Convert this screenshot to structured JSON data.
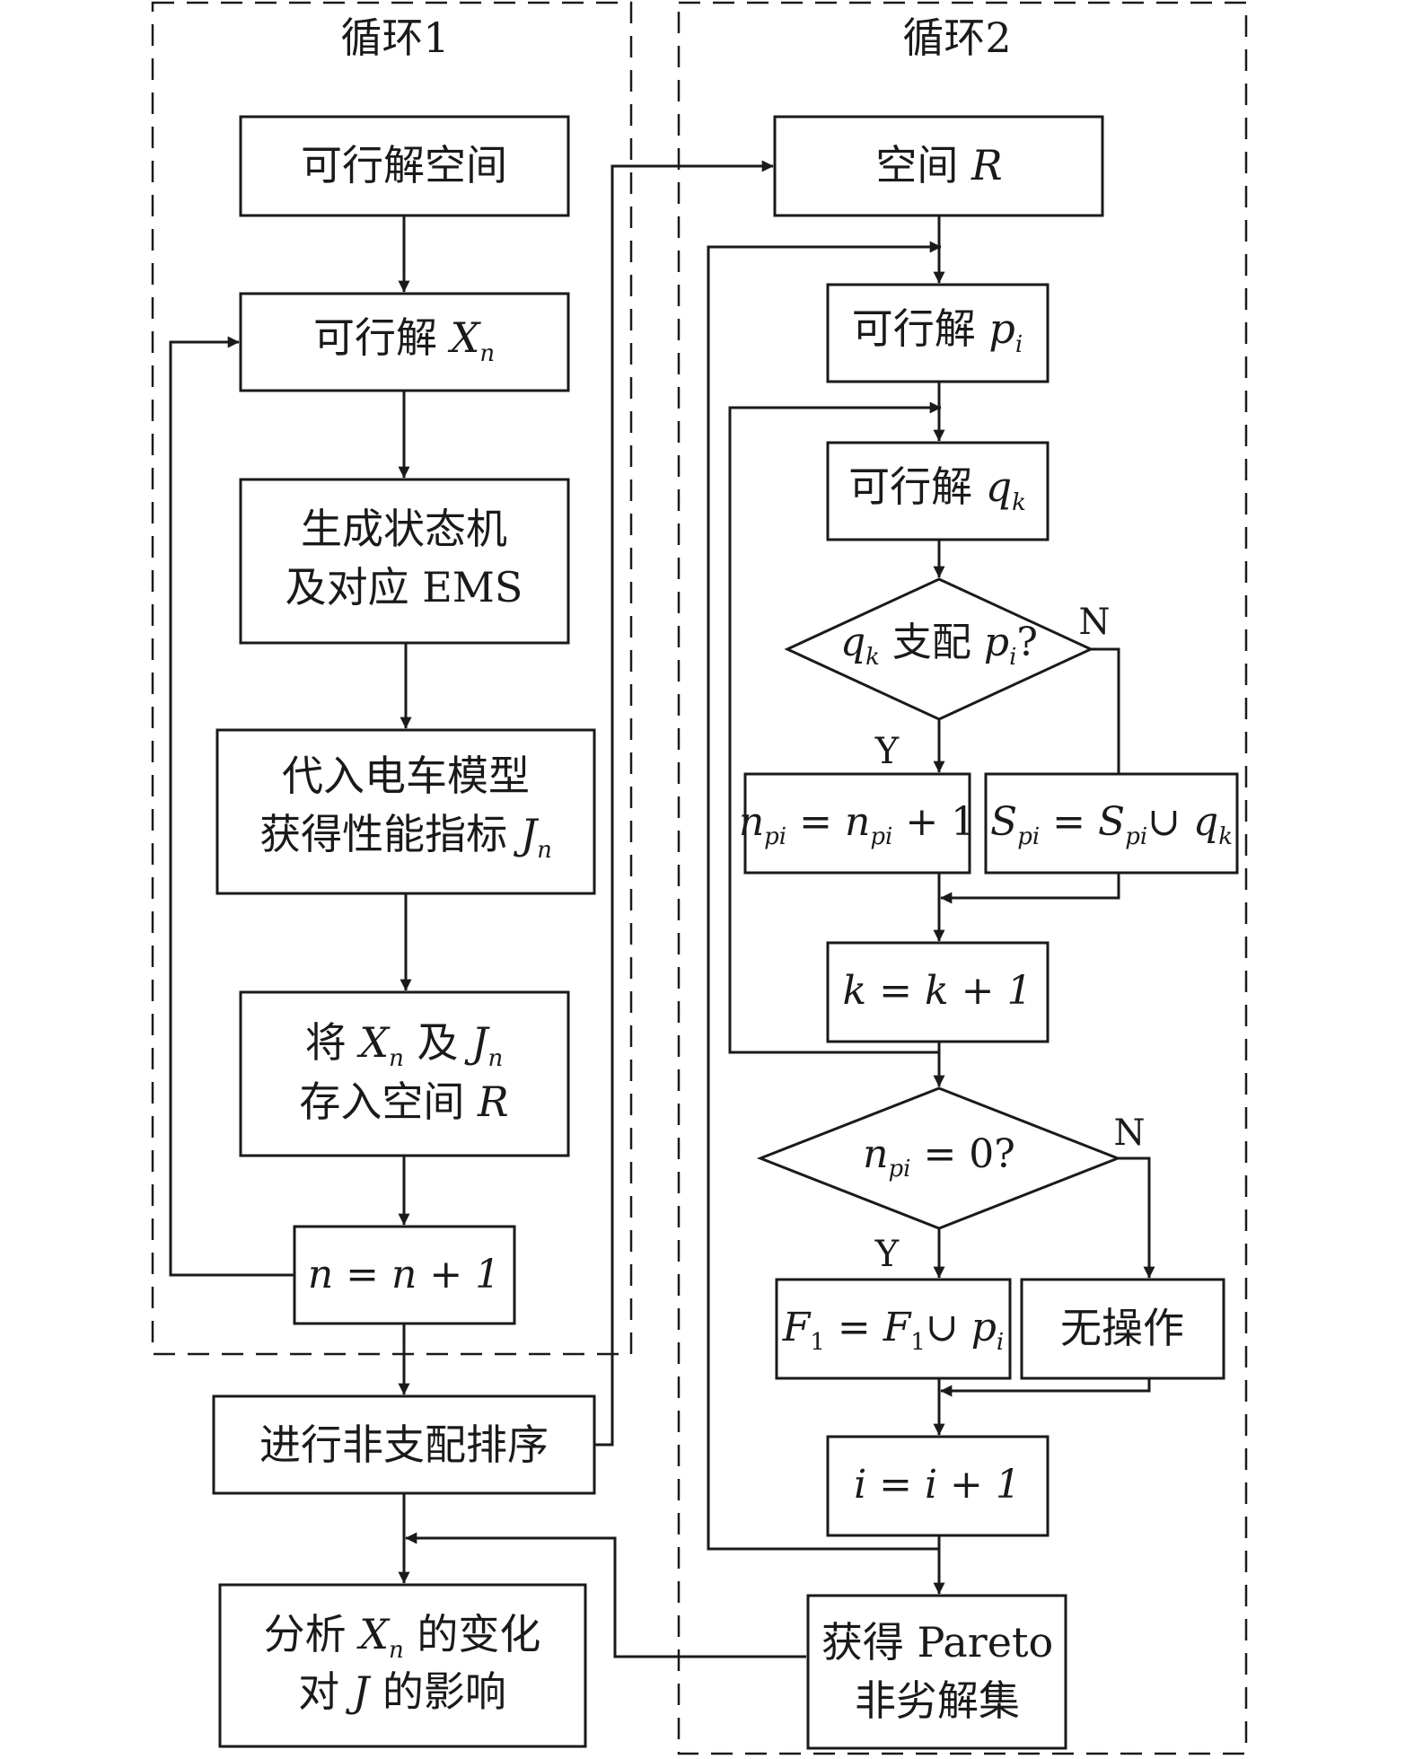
{
  "loop1": {
    "title": "循环1"
  },
  "loop2": {
    "title": "循环2"
  },
  "left": {
    "feasible_space": "可行解空间",
    "feasible_xn": {
      "text": "可行解",
      "var": "X",
      "sub": "n"
    },
    "state_machine": {
      "line1": "生成状态机",
      "line2": "及对应 EMS"
    },
    "car_model": {
      "line1": "代入电车模型",
      "line2": "获得性能指标",
      "var": "J",
      "sub": "n"
    },
    "store": {
      "prefix": "将",
      "x": "X",
      "xsub": "n",
      "mid": "及",
      "j": "J",
      "jsub": "n",
      "line2": "存入空间",
      "r": "R"
    },
    "increment_n": "n = n + 1",
    "sort": "进行非支配排序",
    "analyze": {
      "line1_a": "分析",
      "x": "X",
      "xsub": "n",
      "line1_b": "的变化",
      "line2_a": "对",
      "j": "J",
      "line2_b": "的影响"
    }
  },
  "right": {
    "space_r": {
      "text": "空间",
      "var": "R"
    },
    "feasible_pi": {
      "text": "可行解",
      "var": "p",
      "sub": "i"
    },
    "feasible_qk": {
      "text": "可行解",
      "var": "q",
      "sub": "k"
    },
    "decision1": {
      "q": "q",
      "qsub": "k",
      "text": "支配",
      "p": "p",
      "psub": "i",
      "mark": "?"
    },
    "decision1_yes": "Y",
    "decision1_no": "N",
    "npi_inc": {
      "n": "n",
      "sub": "pi",
      "eq": "=",
      "plus": "+ 1"
    },
    "spi_union": {
      "s": "S",
      "sub": "pi",
      "eq": "=",
      "union": "∪",
      "q": "q",
      "qsub": "k"
    },
    "k_inc": "k = k + 1",
    "decision2": {
      "n": "n",
      "sub": "pi",
      "text": "= 0?"
    },
    "decision2_yes": "Y",
    "decision2_no": "N",
    "f1_union": {
      "f": "F",
      "sub": "1",
      "eq": "=",
      "union": "∪",
      "p": "p",
      "psub": "i"
    },
    "no_op": "无操作",
    "i_inc": "i = i + 1",
    "pareto": {
      "line1": "获得 Pareto",
      "line2": "非劣解集"
    }
  }
}
